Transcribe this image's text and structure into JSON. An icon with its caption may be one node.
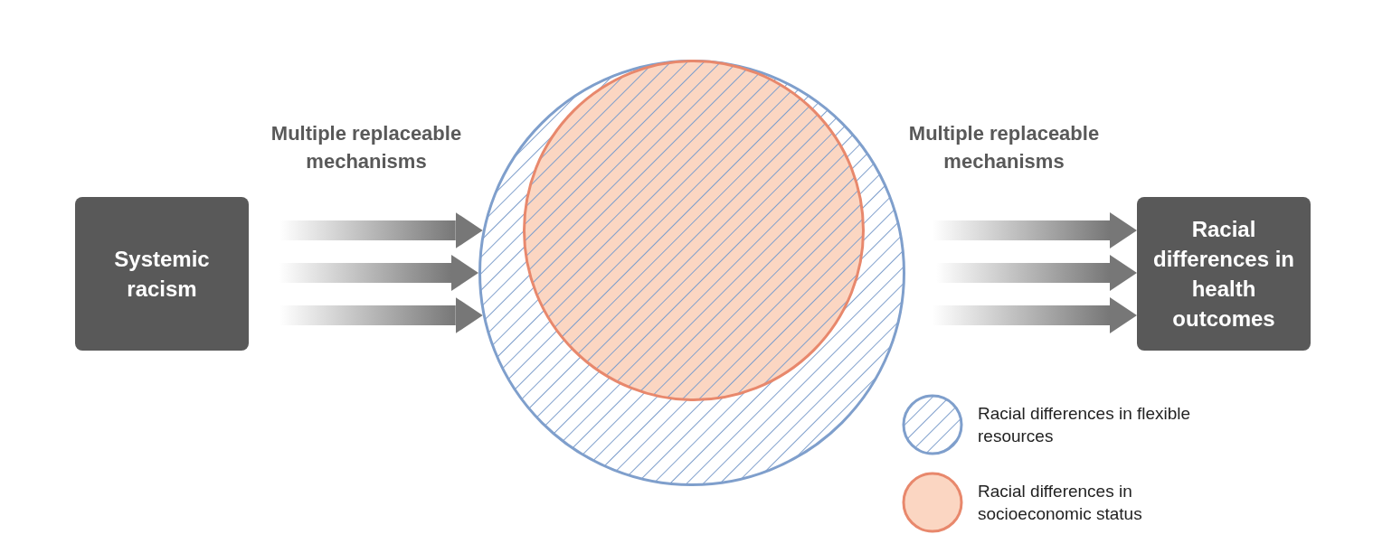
{
  "diagram": {
    "nodes": [
      {
        "text": [
          "Systemic racism"
        ]
      },
      {
        "text": [],
        "shape": "circle"
      },
      {
        "text": [],
        "shape": "circle",
        "in": 1
      },
      {
        "text": [
          "Racial differences in health outcomes"
        ]
      }
    ],
    "edges": [
      {
        "from": 0,
        "to": 1,
        "arrow": "to"
      },
      {
        "from": 0,
        "to": 1,
        "arrow": "to"
      },
      {
        "from": 0,
        "to": 1,
        "arrow": "to"
      },
      {
        "from": 1,
        "to": 3,
        "arrow": "to"
      },
      {
        "from": 1,
        "to": 3,
        "arrow": "to"
      },
      {
        "from": 1,
        "to": 3,
        "arrow": "to"
      }
    ],
    "labels": [
      "Multiple replaceable mechanisms",
      "Multiple replaceable mechanisms"
    ],
    "legend": [
      {
        "text": "Racial differences in flexible resources"
      },
      {
        "text": "Racial differences in socioeconomic status",
        "color": "#fbd6c2"
      }
    ]
  }
}
